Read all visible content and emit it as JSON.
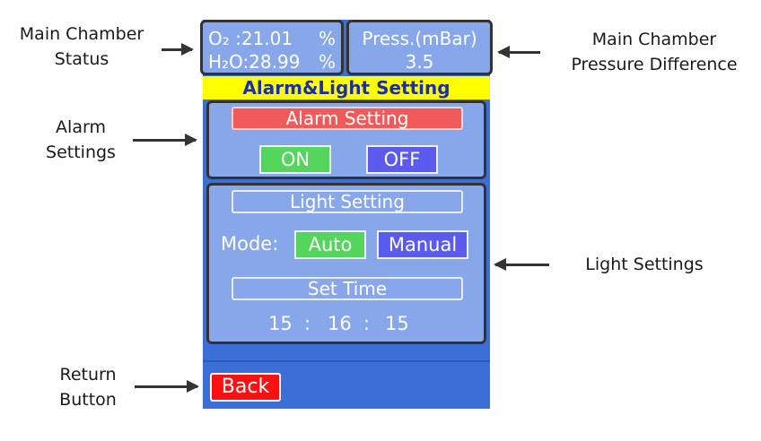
{
  "annotations": {
    "main_status": [
      "Main Chamber",
      "Status"
    ],
    "pressure_diff": [
      "Main Chamber",
      "Pressure Difference"
    ],
    "alarm_settings": [
      "Alarm",
      "Settings"
    ],
    "light_settings": "Light Settings",
    "return_button": [
      "Return",
      "Button"
    ]
  },
  "status": {
    "o2_label": "O₂ :21.01",
    "o2_unit": "%",
    "h2o_label": "H₂O:28.99",
    "h2o_unit": "%",
    "pressure_label": "Press.(mBar)",
    "pressure_value": "3.5"
  },
  "banner_title": "Alarm&Light Setting",
  "alarm": {
    "header": "Alarm Setting",
    "on_label": "ON",
    "off_label": "OFF"
  },
  "light": {
    "header": "Light Setting",
    "mode_label": "Mode:",
    "auto_label": "Auto",
    "manual_label": "Manual",
    "set_time_label": "Set Time",
    "time": {
      "h": "15",
      "m": "16",
      "s": "15",
      "sep": ":"
    }
  },
  "footer": {
    "back_label": "Back"
  },
  "colors": {
    "screen_bg": "#3a6fd8",
    "panel": "#87a7ea",
    "banner": "#ffff00",
    "alarm_header": "#f05a5a",
    "on": "#54d65c",
    "off": "#5b5bf0",
    "auto": "#54d65c",
    "manual": "#5b5bf0",
    "back": "#ff0f0f"
  }
}
